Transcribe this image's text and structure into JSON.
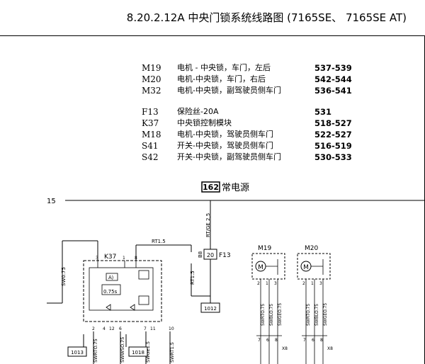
{
  "title": "8.20.2.12A  中央门锁系统线路图 (7165SE、 7165SE AT)",
  "legend": [
    {
      "code": "M19",
      "desc": "电机 - 中央锁，车门，左后",
      "pages": "537-539"
    },
    {
      "code": "M20",
      "desc": "电机-中央锁，车门，右后",
      "pages": "542-544"
    },
    {
      "code": "M32",
      "desc": "电机-中央锁，副驾驶员侧车门",
      "pages": "536-541"
    },
    {
      "code": "F13",
      "desc": "保险丝-20A",
      "pages": "531"
    },
    {
      "code": "K37",
      "desc": "中央锁控制模块",
      "pages": "518-527"
    },
    {
      "code": "M18",
      "desc": "电机-中央锁，驾驶员侧车门",
      "pages": "522-527"
    },
    {
      "code": "S41",
      "desc": "开关-中央锁，驾驶员侧车门",
      "pages": "516-519"
    },
    {
      "code": "S42",
      "desc": "开关-中央锁，副驾驶员侧车门",
      "pages": "530-533"
    }
  ],
  "diagram": {
    "power_ref": "162",
    "power_label": "常电源",
    "rail_number": "15",
    "fuse_label": "F13",
    "fuse_value": "20",
    "fuse_wire": "RT/GE 2,5",
    "fuse_terminal": "B8",
    "wire_rt15_top": "RT1.5",
    "wire_rt15_vert": "RT1.5",
    "ref_1012": "1012",
    "ref_1013": "1013",
    "ref_1018": "1018",
    "module_label": "K37",
    "module_time": "0.75s",
    "module_pins_top": [
      "3",
      "1",
      "8"
    ],
    "module_pins_bottom": [
      "2",
      "4",
      "12",
      "6",
      "7",
      "11",
      "10"
    ],
    "wire_sw075": "SW0.75",
    "wires_k37_bottom": [
      "SWRTO.75",
      "SWWSO.75",
      "SWGE1.5",
      "SWRT1.5"
    ],
    "motors": [
      {
        "label": "M19",
        "pins": [
          "2",
          "1",
          "3"
        ],
        "wires": [
          "SWRTO.75",
          "SWBLO.75",
          "SWGEO.75"
        ]
      },
      {
        "label": "M20",
        "pins": [
          "2",
          "1",
          "3"
        ],
        "wires": [
          "SWRTO.75",
          "SWBLO.75",
          "SWGEO.75"
        ]
      }
    ],
    "connector_pins_left": [
      "7",
      "6",
      "8"
    ],
    "connector_pins_right": [
      "7",
      "6",
      "8"
    ],
    "connector_label": "X8"
  }
}
